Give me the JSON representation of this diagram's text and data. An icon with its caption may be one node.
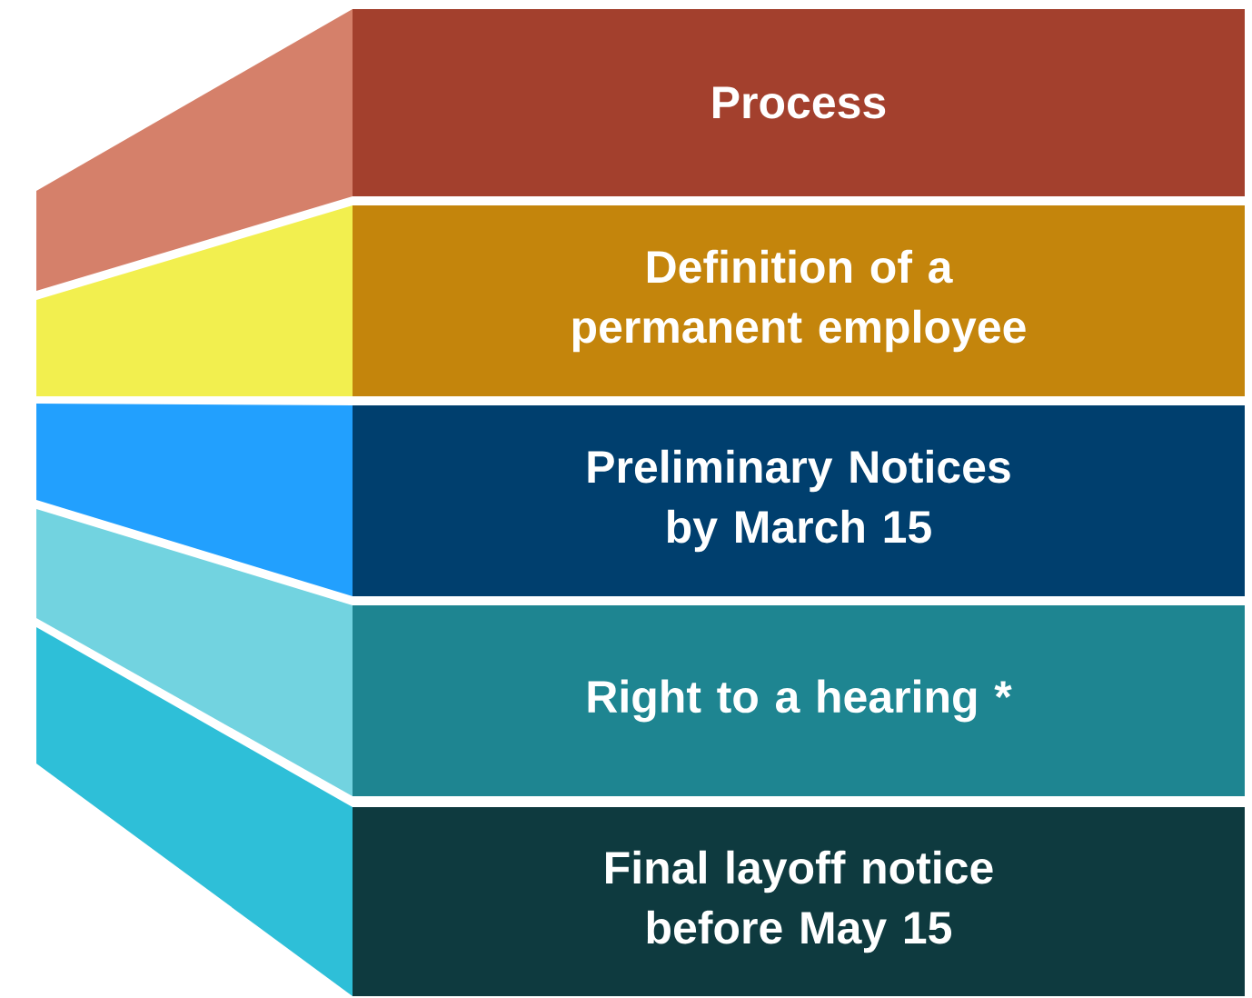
{
  "diagram": {
    "nodes": [
      {
        "text": [
          "Process"
        ]
      },
      {
        "text": [
          "Definition of a permanent employee"
        ]
      },
      {
        "text": [
          "Preliminary Notices by March 15"
        ]
      },
      {
        "text": [
          "Right to a hearing *"
        ]
      },
      {
        "text": [
          "Final layoff notice before May 15"
        ]
      }
    ]
  }
}
